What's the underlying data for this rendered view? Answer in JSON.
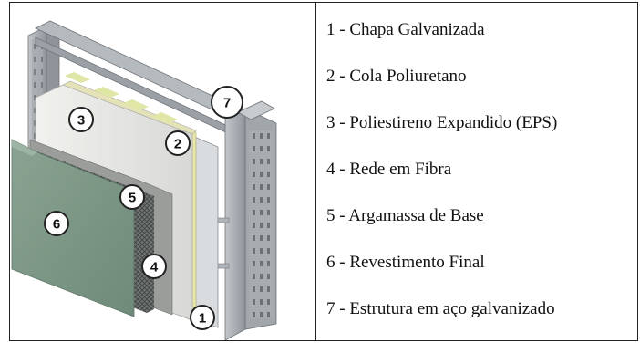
{
  "callouts": [
    "1",
    "2",
    "3",
    "4",
    "5",
    "6",
    "7"
  ],
  "legend": [
    {
      "label": "1 - Chapa Galvanizada"
    },
    {
      "label": "2 - Cola Poliuretano"
    },
    {
      "label": "3 - Poliestireno Expandido (EPS)"
    },
    {
      "label": "4 - Rede em Fibra"
    },
    {
      "label": "5 - Argamassa de Base"
    },
    {
      "label": "6 - Revestimento Final"
    },
    {
      "label": "7 - Estrutura em aço galvanizado"
    }
  ]
}
